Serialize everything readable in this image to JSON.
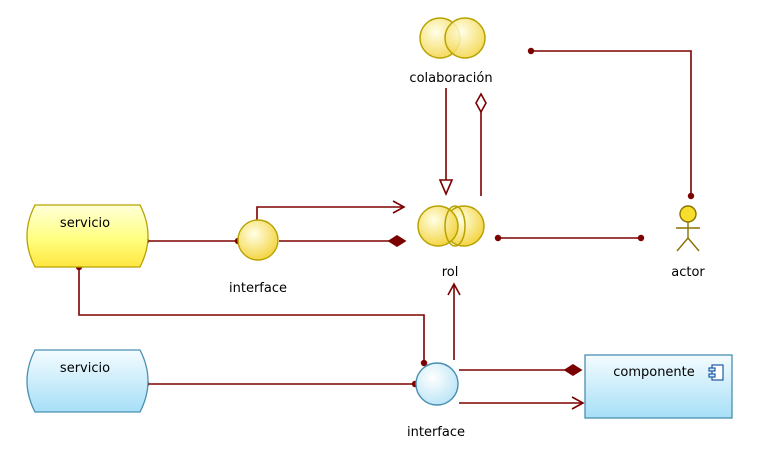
{
  "colors": {
    "connector": "#7b0000",
    "business_fill": "#ffff99",
    "business_stroke": "#b8a200",
    "application_fill": "#cdeefb",
    "application_stroke": "#4a8fb0"
  },
  "nodes": {
    "collaboration": {
      "label": "colaboración",
      "icon": "collaboration-icon"
    },
    "role": {
      "label": "rol",
      "icon": "role-icon"
    },
    "actor": {
      "label": "actor",
      "icon": "actor-icon"
    },
    "business_service": {
      "label": "servicio"
    },
    "business_interface": {
      "label": "interface"
    },
    "application_service": {
      "label": "servicio"
    },
    "application_interface": {
      "label": "interface"
    },
    "component": {
      "label": "componente",
      "icon": "component-icon"
    }
  }
}
